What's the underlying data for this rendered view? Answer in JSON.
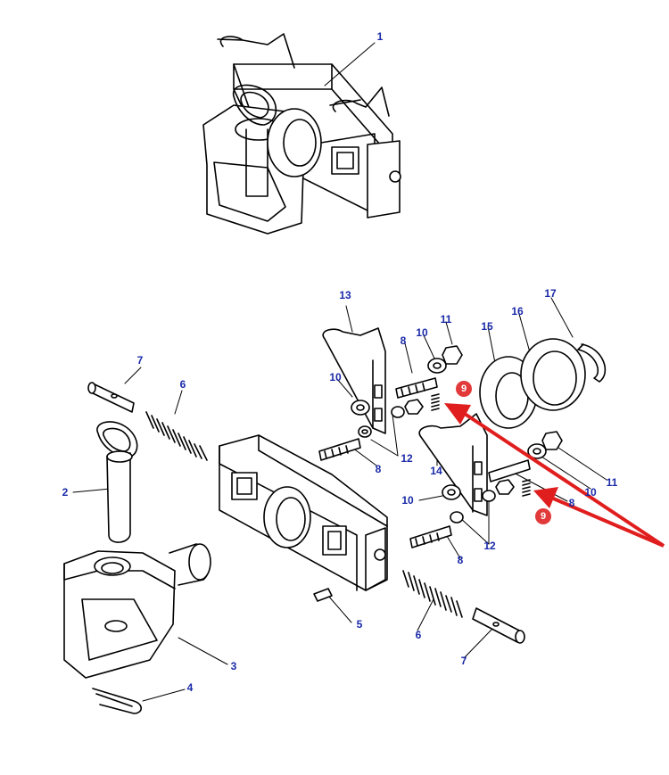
{
  "colors": {
    "label": "#1a2aa8",
    "callout": "#e23a3a",
    "line": "#000000",
    "arrow": "#e01e1e"
  },
  "labels": {
    "n1": "1",
    "n2": "2",
    "n3": "3",
    "n4": "4",
    "n5": "5",
    "n6a": "6",
    "n6b": "6",
    "n7a": "7",
    "n7b": "7",
    "n8a": "8",
    "n8b": "8",
    "n8c": "8",
    "n8d": "8",
    "n10a": "10",
    "n10b": "10",
    "n10c": "10",
    "n10d": "10",
    "n11a": "11",
    "n11b": "11",
    "n12a": "12",
    "n12b": "12",
    "n13": "13",
    "n14": "14",
    "n15": "15",
    "n16": "16",
    "n17": "17"
  },
  "callouts": {
    "c9a": "9",
    "c9b": "9"
  }
}
